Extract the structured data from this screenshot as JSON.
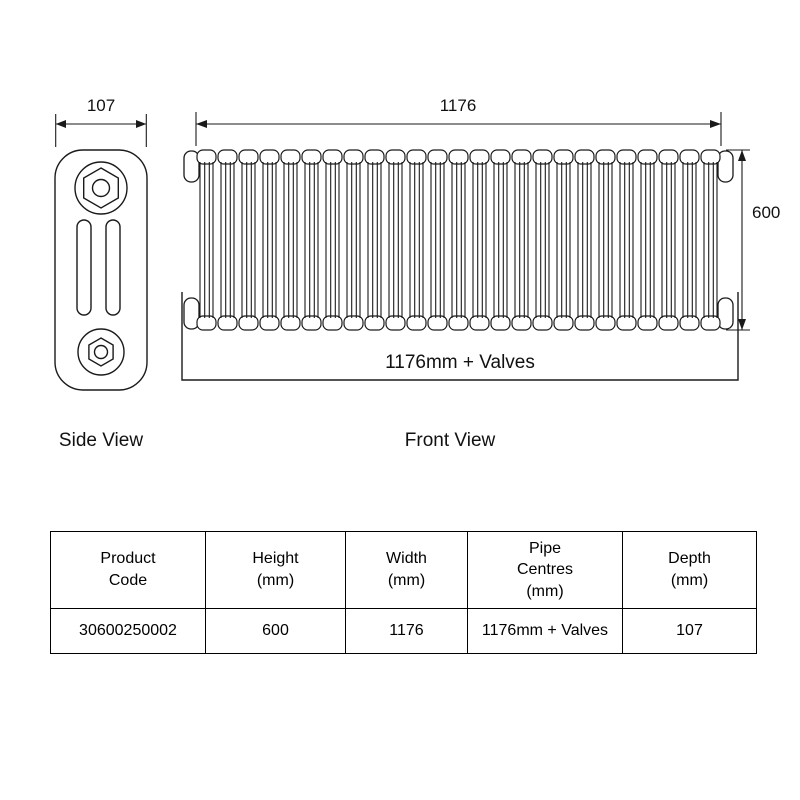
{
  "page": {
    "background": "#ffffff",
    "line_color": "#1a1a1a"
  },
  "side_view": {
    "caption": "Side View",
    "depth_label": "107"
  },
  "front_view": {
    "caption": "Front View",
    "width_label": "1176",
    "height_label": "600",
    "pipe_centres_label": "1176mm + Valves",
    "sections": 25
  },
  "table": {
    "headers": [
      "Product\nCode",
      "Height\n(mm)",
      "Width\n(mm)",
      "Pipe\nCentres\n(mm)",
      "Depth\n(mm)"
    ],
    "rows": [
      [
        "30600250002",
        "600",
        "1176",
        "1176mm + Valves",
        "107"
      ]
    ]
  }
}
